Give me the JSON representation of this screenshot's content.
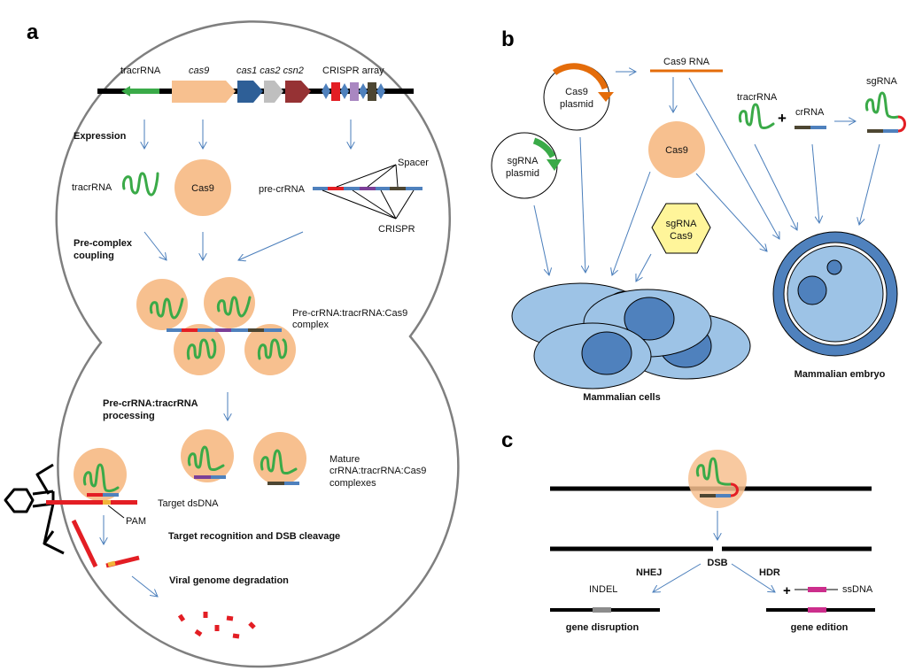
{
  "panels": {
    "a": {
      "label": "a",
      "gene_track": {
        "tracrRNA": "tracrRNA",
        "cas9": "cas9",
        "cas_genes": "cas1 cas2 csn2",
        "crispr_array": "CRISPR array"
      },
      "steps": {
        "expression": "Expression",
        "pre_complex_1": "Pre-complex",
        "pre_complex_2": "coupling",
        "processing_1": "Pre-crRNA:tracrRNA",
        "processing_2": "processing",
        "target_recognition": "Target recognition and DSB cleavage",
        "degradation": "Viral genome degradation"
      },
      "labels": {
        "tracrRNA": "tracrRNA",
        "cas9": "Cas9",
        "pre_crRNA": "pre-crRNA",
        "spacer": "Spacer",
        "crispr": "CRISPR",
        "complex_1": "Pre-crRNA:tracrRNA:Cas9",
        "complex_2": "complex",
        "mature_1": "Mature",
        "mature_2": "crRNA:tracrRNA:Cas9",
        "mature_3": "complexes",
        "target_dsdna": "Target dsDNA",
        "pam": "PAM"
      }
    },
    "b": {
      "label": "b",
      "cas9_plasmid_1": "Cas9",
      "cas9_plasmid_2": "plasmid",
      "sgrna_plasmid_1": "sgRNA",
      "sgrna_plasmid_2": "plasmid",
      "cas9_rna": "Cas9 RNA",
      "cas9": "Cas9",
      "tracrRNA": "tracrRNA",
      "plus": "+",
      "crRNA": "crRNA",
      "sgRNA": "sgRNA",
      "rnp_1": "sgRNA",
      "rnp_2": "Cas9",
      "mammalian_cells": "Mammalian cells",
      "mammalian_embryo": "Mammalian embryo"
    },
    "c": {
      "label": "c",
      "dsb": "DSB",
      "nhej": "NHEJ",
      "hdr": "HDR",
      "indel": "INDEL",
      "plus": "+",
      "ssdna": "ssDNA",
      "gene_disruption": "gene disruption",
      "gene_edition": "gene edition"
    }
  },
  "colors": {
    "cas9_protein": "#f7c08f",
    "rna_green": "#3aaa48",
    "arrow_blue": "#4a7ebb",
    "dna_red": "#e31e24",
    "spacer_red": "#e31e24",
    "spacer_purple": "#7b3f98",
    "spacer_brown": "#4d4632",
    "repeat_blue": "#4f81bd",
    "cas1_blue": "#2e5f97",
    "cas2_gray": "#bfbfbf",
    "csn2_red": "#963234",
    "pam_yellow": "#f2b53a",
    "plasmid_orange": "#e46c0a",
    "cell_light": "#9dc3e6",
    "cell_dark": "#4f81bd",
    "hexagon_yellow": "#fff59a",
    "edit_magenta": "#cc2e8c",
    "indel_gray": "#8c8c8c",
    "outline_gray": "#7f7f7f"
  }
}
